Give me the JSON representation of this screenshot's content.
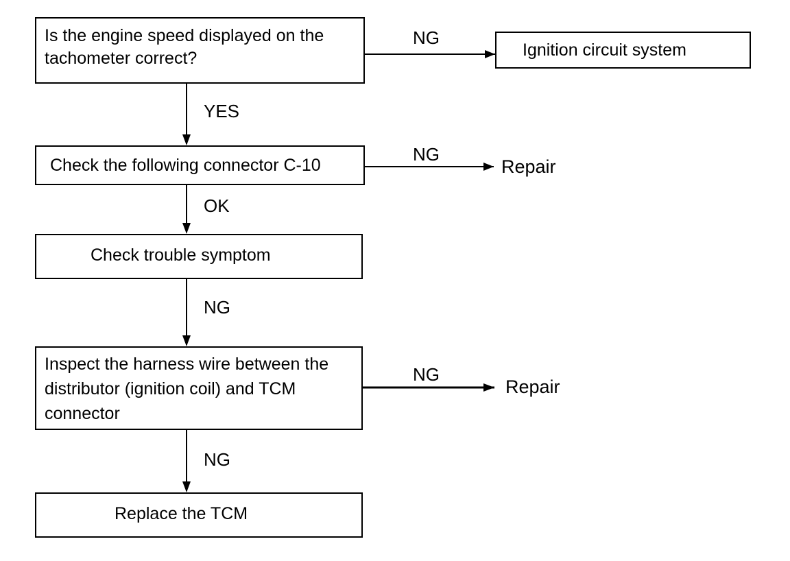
{
  "flowchart": {
    "step1": "Is the engine speed displayed on the tachometer correct?",
    "step1_ng_result": "Ignition circuit system",
    "step1_yes_label": "YES",
    "step1_ng_label": "NG",
    "step2": "Check the following connector C-10",
    "step2_ng_label": "NG",
    "step2_ng_result": "Repair",
    "step2_ok_label": "OK",
    "step3": "Check trouble symptom",
    "step3_ng_label": "NG",
    "step4": "Inspect the harness wire between the distributor (ignition coil) and TCM connector",
    "step4_ng_label": "NG",
    "step4_ng_result": "Repair",
    "step4_down_label": "NG",
    "step5": "Replace the TCM"
  }
}
